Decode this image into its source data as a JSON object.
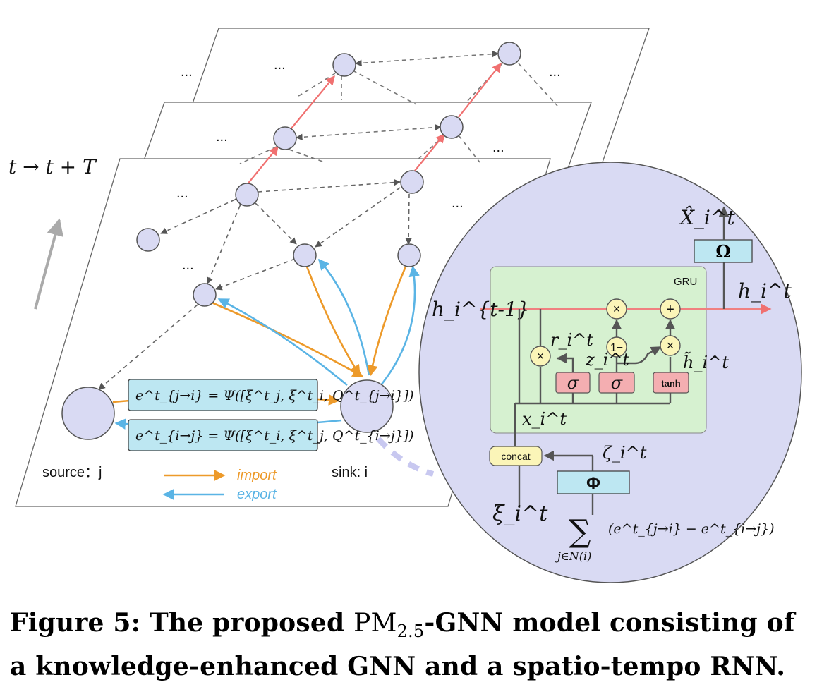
{
  "time_axis_label": "t → t + T",
  "ellipsis": "...",
  "source_label": "source：j",
  "sink_label": "sink: i",
  "legend": {
    "import": "import",
    "export": "export",
    "import_color": "#ED9A2A",
    "export_color": "#5AB4E5"
  },
  "edge_formulas": {
    "import_formula": "e^t_{j→i} = Ψ([ξ^t_j, ξ^t_i, Q^t_{j→i}])",
    "export_formula": "e^t_{i→j} = Ψ([ξ^t_i, ξ^t_j, Q^t_{i→j}])"
  },
  "rnn": {
    "gru_label": "GRU",
    "h_prev": "h_i^{t-1}",
    "h_out": "h_i^t",
    "x_hat": "X̂_i^t",
    "omega": "Ω",
    "phi": "Φ",
    "r_gate": "r_i^t",
    "z_gate": "z_i^t",
    "h_tilde": "h̃_i^t",
    "x_in": "x_i^t",
    "zeta": "ζ_i^t",
    "xi": "ξ_i^t",
    "concat": "concat",
    "sigma": "σ",
    "tanh": "tanh",
    "times": "×",
    "plus": "+",
    "one_minus": "1−",
    "sum_expr": "(e^t_{j→i} − e^t_{i→j})",
    "sum_index": "j∈N(i)",
    "colors": {
      "circle_bg": "#D9DAF3",
      "gru_bg": "#D6F1D0",
      "gate_bg": "#F4AEB1",
      "op_bg": "#FBF5B8",
      "box_bg": "#BDE7F2",
      "hidden_line": "#F08080"
    }
  },
  "caption": {
    "prefix": "Figure 5: The proposed ",
    "model_name": "PM",
    "model_sub": "2.5",
    "model_suffix": "-GNN model consisting of a knowledge-enhanced GNN and a spatio-tempo RNN."
  }
}
